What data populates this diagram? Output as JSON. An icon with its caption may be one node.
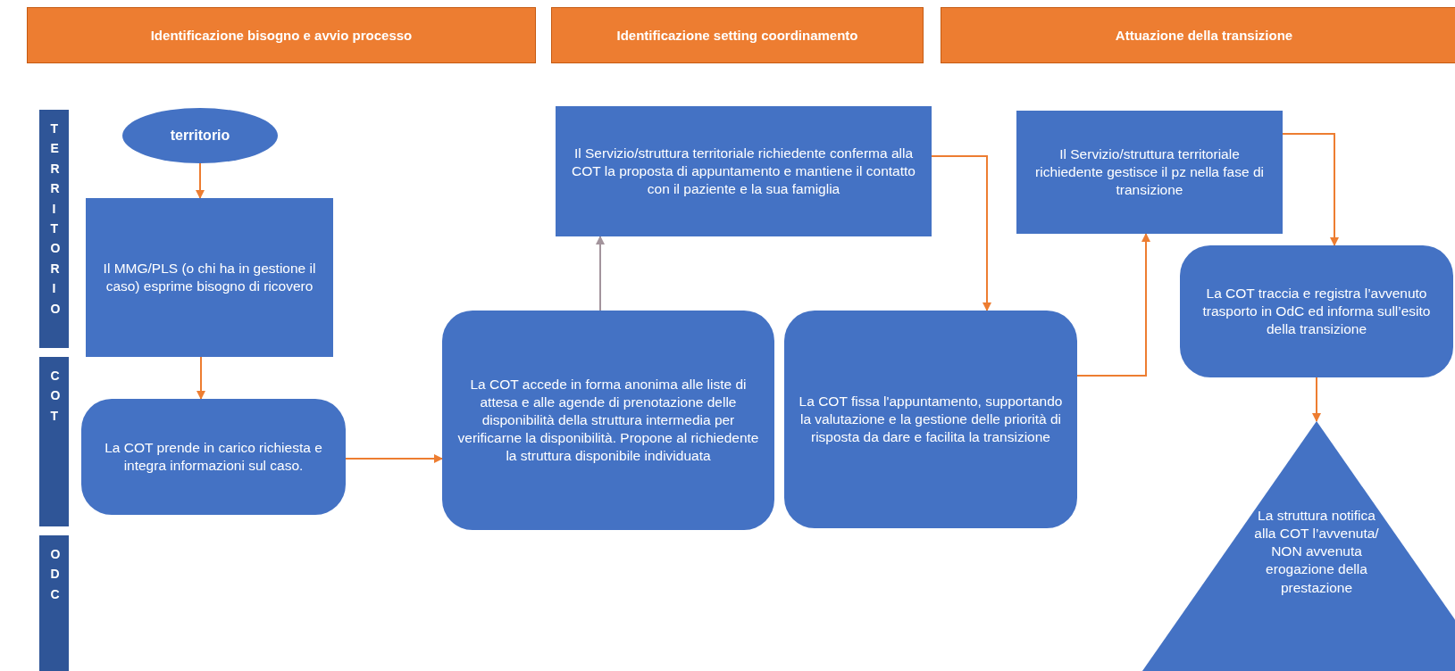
{
  "diagram": {
    "nodes": [
      {
        "text": [
          "Identificazione bisogno e avvio processo"
        ]
      },
      {
        "text": [
          "Identificazione setting coordinamento"
        ]
      },
      {
        "text": [
          "Attuazione della transizione"
        ]
      },
      {
        "text": [
          "TERRITORIO"
        ]
      },
      {
        "text": [
          "COT"
        ]
      },
      {
        "text": [
          "ODC"
        ]
      },
      {
        "text": [
          "territorio"
        ]
      },
      {
        "text": [
          "Il MMG/PLS (o chi ha in gestione il caso) esprime bisogno di ricovero"
        ]
      },
      {
        "text": [
          "La COT prende in carico richiesta  e integra informazioni sul caso."
        ]
      },
      {
        "text": [
          "La COT accede in forma anonima alle liste di attesa e alle agende di prenotazione  delle disponibilità della struttura intermedia per verificarne la disponibilità. Propone al richiedente la struttura disponibile individuata"
        ]
      },
      {
        "text": [
          "Il Servizio/struttura territoriale richiedente conferma alla COT la proposta di appuntamento e mantiene il contatto  con il paziente e la sua famiglia"
        ]
      },
      {
        "text": [
          "La COT fissa l'appuntamento, supportando la  valutazione e la gestione delle priorità di risposta da dare e facilita la transizione"
        ]
      },
      {
        "text": [
          "Il Servizio/struttura territoriale richiedente gestisce il pz nella fase di transizione"
        ]
      },
      {
        "text": [
          "La COT traccia e registra l’avvenuto trasporto in OdC ed informa sull’esito della transizione"
        ]
      },
      {
        "text": [
          "La struttura notifica alla COT l’avvenuta/ NON avvenuta erogazione della prestazione"
        ]
      }
    ],
    "edges": [
      {
        "from": 6,
        "to": 7,
        "arrow": "to"
      },
      {
        "from": 7,
        "to": 8,
        "arrow": "to"
      },
      {
        "from": 8,
        "to": 9,
        "arrow": "to"
      },
      {
        "from": 9,
        "to": 10,
        "arrow": "to",
        "color": "#a3949c"
      },
      {
        "from": 10,
        "to": 11,
        "arrow": "to"
      },
      {
        "from": 11,
        "to": 12,
        "arrow": "to"
      },
      {
        "from": 12,
        "to": 13,
        "arrow": "to"
      },
      {
        "from": 13,
        "to": 14,
        "arrow": "to"
      }
    ]
  }
}
